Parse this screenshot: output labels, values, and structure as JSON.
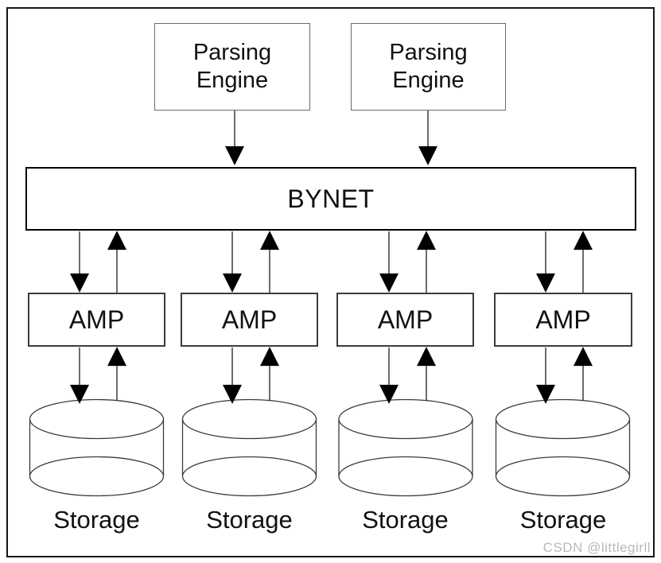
{
  "diagram_type": "shared-nothing parallel database architecture",
  "nodes": {
    "parsing_engines": [
      {
        "label": "Parsing Engine"
      },
      {
        "label": "Parsing Engine"
      }
    ],
    "bynet": {
      "label": "BYNET"
    },
    "amps": [
      {
        "label": "AMP"
      },
      {
        "label": "AMP"
      },
      {
        "label": "AMP"
      },
      {
        "label": "AMP"
      }
    ],
    "storage": [
      {
        "label": "Storage"
      },
      {
        "label": "Storage"
      },
      {
        "label": "Storage"
      },
      {
        "label": "Storage"
      }
    ]
  },
  "edges": [
    {
      "from": "parsing-engine-1",
      "to": "bynet",
      "direction": "down"
    },
    {
      "from": "parsing-engine-2",
      "to": "bynet",
      "direction": "down"
    },
    {
      "from": "bynet",
      "to": "amp-1",
      "direction": "bidirectional"
    },
    {
      "from": "bynet",
      "to": "amp-2",
      "direction": "bidirectional"
    },
    {
      "from": "bynet",
      "to": "amp-3",
      "direction": "bidirectional"
    },
    {
      "from": "bynet",
      "to": "amp-4",
      "direction": "bidirectional"
    },
    {
      "from": "amp-1",
      "to": "storage-1",
      "direction": "bidirectional"
    },
    {
      "from": "amp-2",
      "to": "storage-2",
      "direction": "bidirectional"
    },
    {
      "from": "amp-3",
      "to": "storage-3",
      "direction": "bidirectional"
    },
    {
      "from": "amp-4",
      "to": "storage-4",
      "direction": "bidirectional"
    }
  ],
  "watermark": "CSDN @littlegirll",
  "colors": {
    "line": "#2e2e2e",
    "box_border": "#3c3c3c",
    "background": "#ffffff",
    "watermark": "#b9b9b9"
  }
}
